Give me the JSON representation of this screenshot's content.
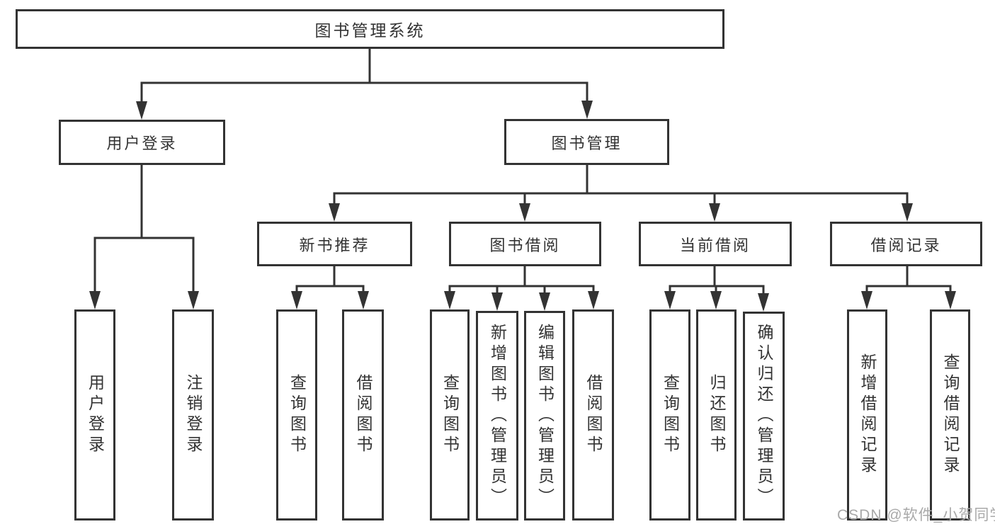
{
  "colors": {
    "line": "#333333",
    "text": "#333333",
    "box_fill": "#ffffff",
    "background": "#ffffff",
    "watermark": "#a9a9a9"
  },
  "watermark": {
    "text": "CSDN @软件_小贺同学"
  },
  "nodes": {
    "root": {
      "label": "图书管理系统"
    },
    "user_login": {
      "label": "用户登录"
    },
    "book_mgmt": {
      "label": "图书管理"
    },
    "new_book_rec": {
      "label": "新书推荐"
    },
    "book_borrow": {
      "label": "图书借阅"
    },
    "current_borrow": {
      "label": "当前借阅"
    },
    "borrow_records": {
      "label": "借阅记录"
    },
    "leaf_user_login": {
      "label": "用户登录"
    },
    "leaf_logout": {
      "label": "注销登录"
    },
    "leaf_query_books_1": {
      "label": "查询图书"
    },
    "leaf_borrow_books_1": {
      "label": "借阅图书"
    },
    "leaf_query_books_2": {
      "label": "查询图书"
    },
    "leaf_add_book": {
      "label": "新增图书（管理员）"
    },
    "leaf_edit_book": {
      "label": "编辑图书（管理员）"
    },
    "leaf_borrow_books_2": {
      "label": "借阅图书"
    },
    "leaf_query_books_3": {
      "label": "查询图书"
    },
    "leaf_return_book": {
      "label": "归还图书"
    },
    "leaf_confirm_return": {
      "label": "确认归还（管理员）"
    },
    "leaf_add_record": {
      "label": "新增借阅记录"
    },
    "leaf_query_record": {
      "label": "查询借阅记录"
    }
  },
  "structure": {
    "图书管理系统": [
      "用户登录",
      "图书管理"
    ],
    "用户登录": [
      "用户登录",
      "注销登录"
    ],
    "图书管理": [
      "新书推荐",
      "图书借阅",
      "当前借阅",
      "借阅记录"
    ],
    "新书推荐": [
      "查询图书",
      "借阅图书"
    ],
    "图书借阅": [
      "查询图书",
      "新增图书（管理员）",
      "编辑图书（管理员）",
      "借阅图书"
    ],
    "当前借阅": [
      "查询图书",
      "归还图书",
      "确认归还（管理员）"
    ],
    "借阅记录": [
      "新增借阅记录",
      "查询借阅记录"
    ]
  }
}
